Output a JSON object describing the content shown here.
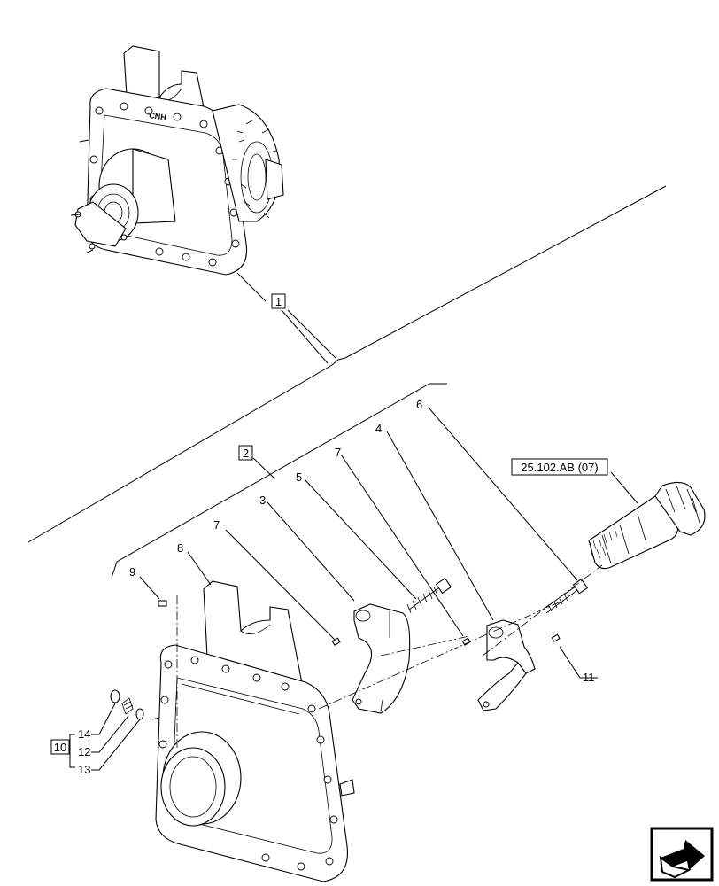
{
  "callouts": {
    "assembly_1": "1",
    "assembly_2": "2",
    "assembly_10": "10",
    "ref_box": "25.102.AB (07)"
  },
  "labels": {
    "l3": "3",
    "l4": "4",
    "l5": "5",
    "l6": "6",
    "l7a": "7",
    "l7b": "7",
    "l8": "8",
    "l9": "9",
    "l11": "11",
    "l12": "12",
    "l13": "13",
    "l14": "14"
  },
  "housing_logo": "CNH",
  "icons": {
    "nav": "next-page-arrow-icon"
  }
}
